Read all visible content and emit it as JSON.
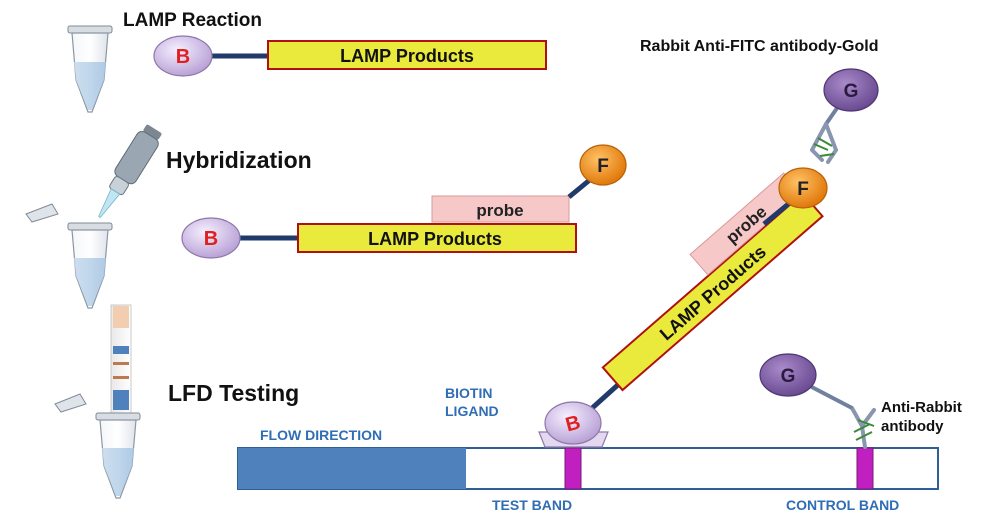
{
  "colors": {
    "biotin_ball": "#d9c6ea",
    "biotin_letter": "#e0201e",
    "lamp_bar": "#eaea3c",
    "lamp_border": "#b01010",
    "probe_bar": "#f7c8c8",
    "fitc_ball": "#f08a12",
    "gold_ball": "#8a67ae",
    "linker": "#1f3a6b",
    "flow_fill": "#4f81bd",
    "band": "#c020c0",
    "label_blue": "#2f6db5"
  },
  "steps": {
    "lamp_reaction": "LAMP Reaction",
    "hybridization": "Hybridization",
    "lfd_testing": "LFD Testing"
  },
  "molecules": {
    "biotin_letter": "B",
    "fitc_letter": "F",
    "gold_letter": "G",
    "lamp_products": "LAMP Products",
    "probe": "probe"
  },
  "labels": {
    "rabbit_anti_fitc": "Rabbit Anti-FITC  antibody-Gold",
    "biotin_ligand_line1": "BIOTIN",
    "biotin_ligand_line2": "LIGAND",
    "flow_direction": "FLOW DIRECTION",
    "test_band": "TEST BAND",
    "control_band": "CONTROL BAND",
    "anti_rabbit_line1": "Anti-Rabbit",
    "anti_rabbit_line2": "antibody"
  }
}
